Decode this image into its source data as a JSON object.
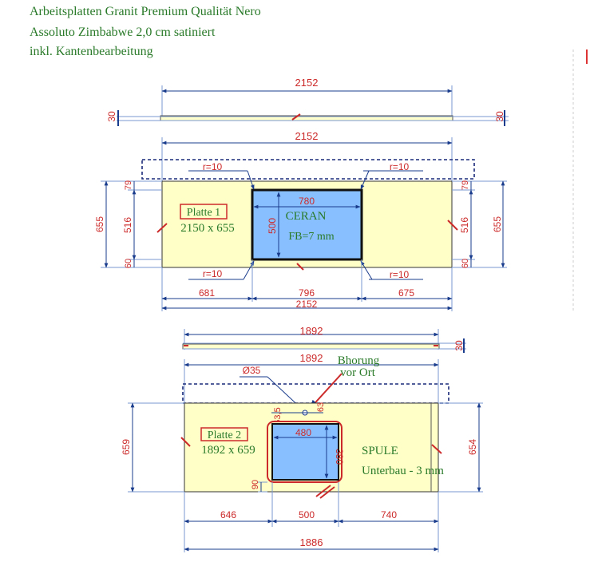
{
  "header": {
    "line1": "Arbeitsplatten Granit Premium Qualität Nero",
    "line2": "Assoluto Zimbabwe 2,0 cm satiniert",
    "line3": "inkl. Kantenbearbeitung"
  },
  "plate1": {
    "label": "Platte 1",
    "size": "2150 x 655",
    "top_width": "2152",
    "top_thickness_left": "30",
    "top_thickness_right": "30",
    "overall_width": "2152",
    "radius_tl": "r=10",
    "radius_tr": "r=10",
    "radius_bl": "r=10",
    "radius_br": "r=10",
    "depth_total_left": "655",
    "depth_mid_left": "516",
    "depth_top_left": "79",
    "depth_bottom_left": "60",
    "depth_total_right": "655",
    "depth_mid_right": "516",
    "depth_top_right": "79",
    "depth_bottom_right": "60",
    "cutout_label": "CERAN",
    "cutout_note": "FB=7 mm",
    "cutout_width": "780",
    "cutout_depth": "500",
    "dim_left": "681",
    "dim_mid": "796",
    "dim_right": "675",
    "dim_total": "2152"
  },
  "plate2": {
    "label": "Platte 2",
    "size": "1892 x 659",
    "top_width": "1892",
    "top_thickness": "30",
    "overall_width": "1892",
    "hole_label": "Bhorung",
    "hole_label2": "vor Ort",
    "hole_diameter": "Ø35",
    "hole_offset_a": "63,5",
    "hole_offset_b": "63",
    "sink_label": "SPULE",
    "sink_note": "Unterbau - 3 mm",
    "sink_width": "480",
    "sink_depth": "380",
    "sink_bottom_gap": "90",
    "depth_left": "659",
    "depth_right": "654",
    "dim_left": "646",
    "dim_mid": "500",
    "dim_right": "740",
    "dim_total": "1886"
  }
}
